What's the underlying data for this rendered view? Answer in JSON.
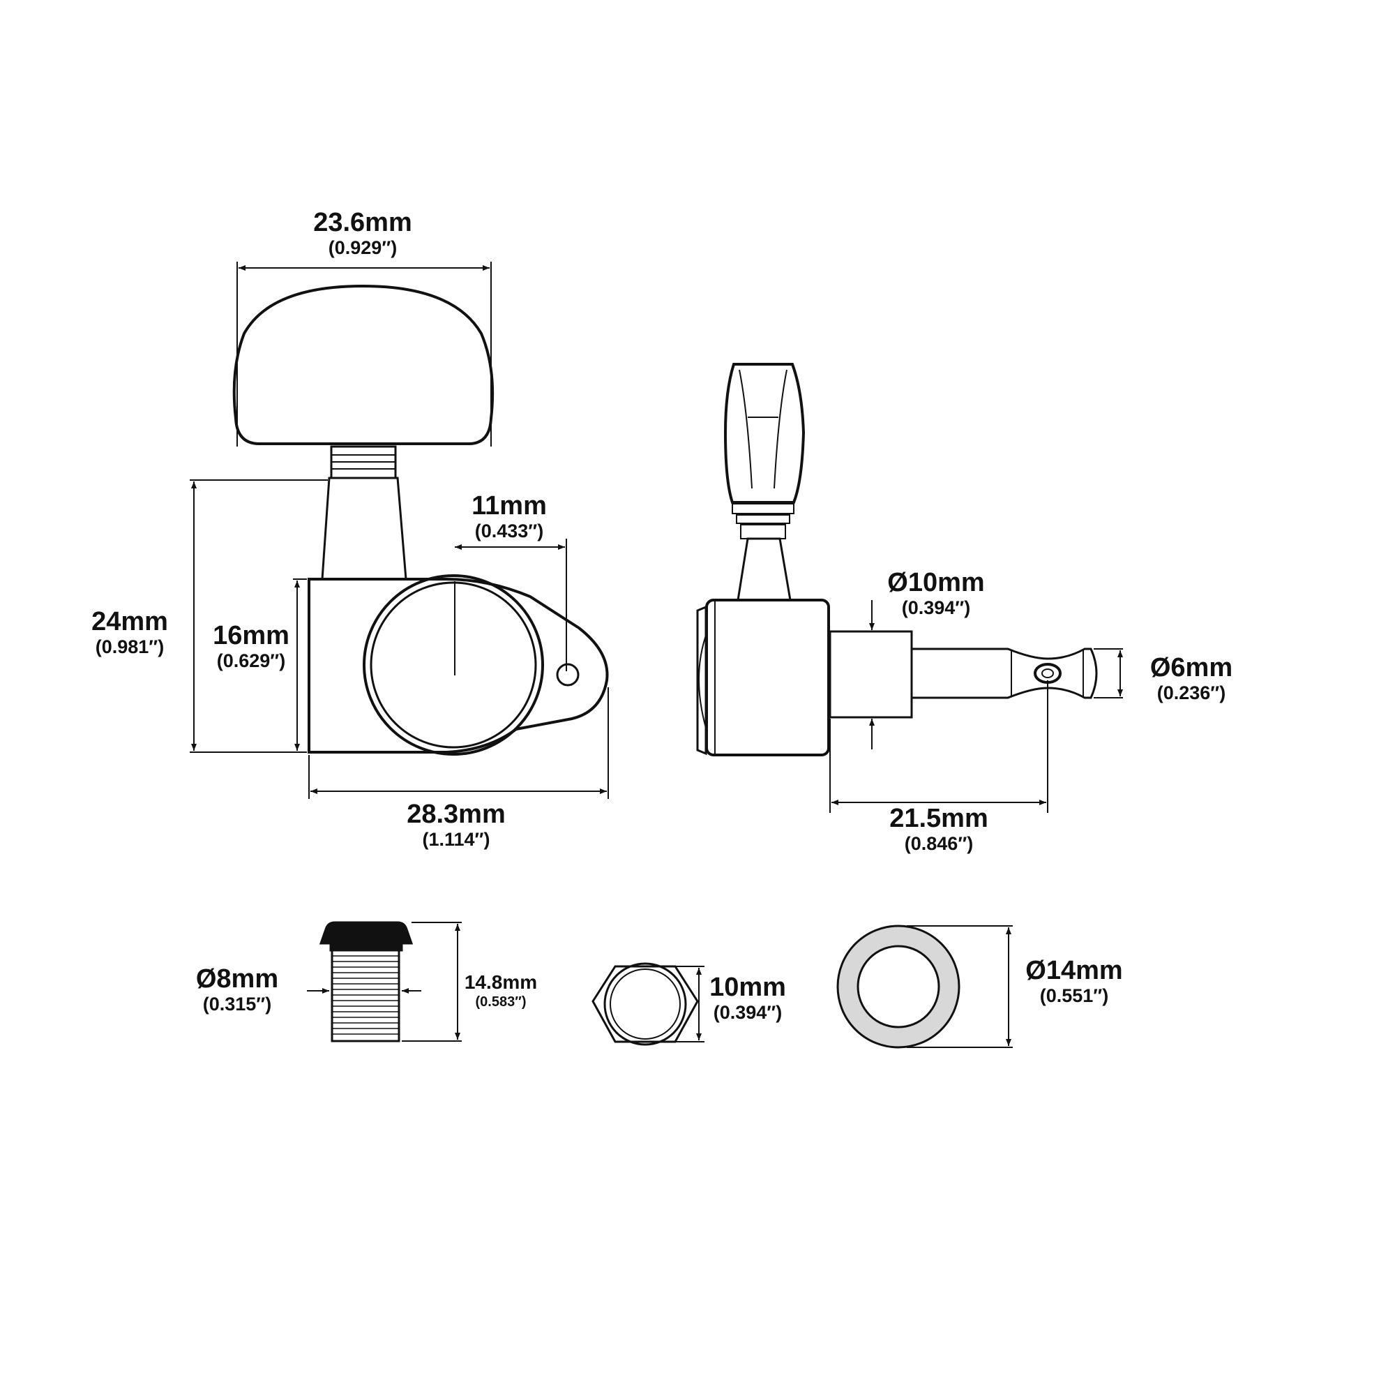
{
  "colors": {
    "line": "#111111",
    "background": "#ffffff",
    "washer_fill": "#d8d8d8"
  },
  "dimensions": {
    "knob_width": {
      "mm": "23.6mm",
      "inch": "(0.929″)"
    },
    "hole_offset": {
      "mm": "11mm",
      "inch": "(0.433″)"
    },
    "overall_height": {
      "mm": "24mm",
      "inch": "(0.981″)"
    },
    "housing_height": {
      "mm": "16mm",
      "inch": "(0.629″)"
    },
    "overall_width": {
      "mm": "28.3mm",
      "inch": "(1.114″)"
    },
    "post_base_dia": {
      "mm": "Ø10mm",
      "inch": "(0.394″)"
    },
    "post_dia": {
      "mm": "Ø6mm",
      "inch": "(0.236″)"
    },
    "post_length": {
      "mm": "21.5mm",
      "inch": "(0.846″)"
    },
    "bushing_dia": {
      "mm": "Ø8mm",
      "inch": "(0.315″)"
    },
    "bushing_length": {
      "mm": "14.8mm",
      "inch": "(0.583″)"
    },
    "nut_size": {
      "mm": "10mm",
      "inch": "(0.394″)"
    },
    "washer_dia": {
      "mm": "Ø14mm",
      "inch": "(0.551″)"
    }
  }
}
